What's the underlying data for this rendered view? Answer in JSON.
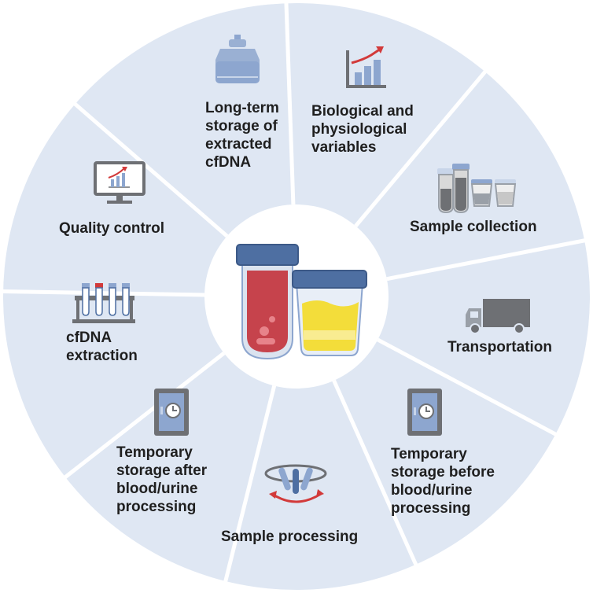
{
  "colors": {
    "segment_fill": "#dfe7f3",
    "divider": "#ffffff",
    "center_fill": "#ffffff",
    "icon_grey": "#6e7074",
    "icon_blue": "#8da6cf",
    "icon_blue_dark": "#4e6fa2",
    "blood_red": "#c6434c",
    "urine_yellow": "#f3dd3a",
    "accent_red": "#d23a3a"
  },
  "center": {
    "blood_tube_icon": "blood-tube-icon",
    "urine_cup_icon": "urine-cup-icon"
  },
  "segments": [
    {
      "id": "long-term-storage",
      "label": "Long-term\nstorage of\nextracted\ncfDNA",
      "icon": "cryo-tank-icon"
    },
    {
      "id": "biological-variables",
      "label": "Biological and\nphysiological\nvariables",
      "icon": "bar-chart-icon"
    },
    {
      "id": "sample-collection",
      "label": "Sample collection",
      "icon": "sample-tubes-icon"
    },
    {
      "id": "transportation",
      "label": "Transportation",
      "icon": "truck-icon"
    },
    {
      "id": "temporary-storage-before",
      "label": "Temporary\nstorage before\nblood/urine\nprocessing",
      "icon": "freezer-icon"
    },
    {
      "id": "sample-processing",
      "label": "Sample processing",
      "icon": "centrifuge-icon"
    },
    {
      "id": "temporary-storage-after",
      "label": "Temporary\nstorage after\nblood/urine\nprocessing",
      "icon": "freezer-icon"
    },
    {
      "id": "cfdna-extraction",
      "label": "cfDNA\nextraction",
      "icon": "tube-rack-icon"
    },
    {
      "id": "quality-control",
      "label": "Quality control",
      "icon": "monitor-chart-icon"
    }
  ]
}
